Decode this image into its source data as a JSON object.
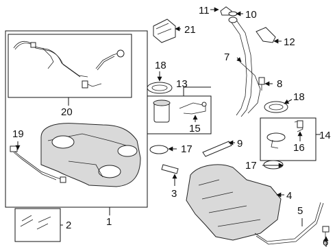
{
  "callouts": {
    "c1": "1",
    "c2": "2",
    "c3": "3",
    "c4": "4",
    "c5": "5",
    "c6": "6",
    "c7": "7",
    "c8": "8",
    "c9": "9",
    "c10": "10",
    "c11": "11",
    "c12": "12",
    "c13": "13",
    "c14": "14",
    "c15": "15",
    "c16": "16",
    "c17a": "17",
    "c17b": "17",
    "c18a": "18",
    "c18b": "18",
    "c19": "19",
    "c20": "20",
    "c21": "21"
  },
  "icons": {
    "arrow": "arrow-pointer-icon"
  }
}
